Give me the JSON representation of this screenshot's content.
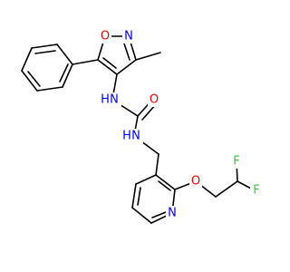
{
  "molecule": {
    "atoms": [
      {
        "id": "O1",
        "label": "O",
        "color": "#ff0000"
      },
      {
        "id": "N2",
        "label": "N",
        "color": "#0000ff"
      },
      {
        "id": "N3",
        "label": "N",
        "color": "#0000ff"
      },
      {
        "id": "H3",
        "label": "H",
        "color": "#0000ff"
      },
      {
        "id": "O4",
        "label": "O",
        "color": "#ff0000"
      },
      {
        "id": "N5",
        "label": "N",
        "color": "#0000ff"
      },
      {
        "id": "H5",
        "label": "H",
        "color": "#0000ff"
      },
      {
        "id": "O6",
        "label": "O",
        "color": "#ff0000"
      },
      {
        "id": "F1",
        "label": "F",
        "color": "#33cc33"
      },
      {
        "id": "F2",
        "label": "F",
        "color": "#33cc33"
      },
      {
        "id": "N7",
        "label": "N",
        "color": "#0000ff"
      }
    ],
    "bond_color": "#000000"
  }
}
